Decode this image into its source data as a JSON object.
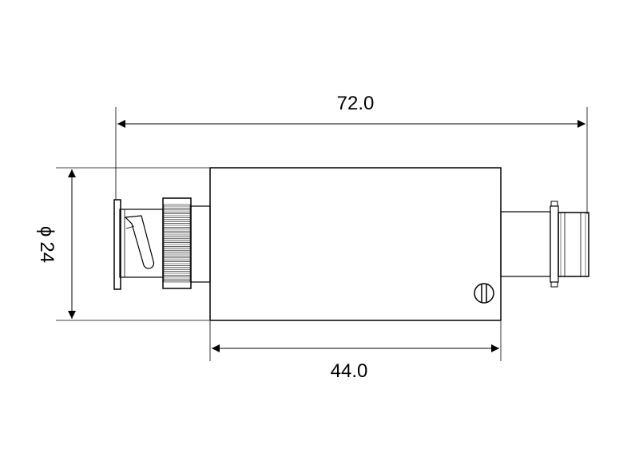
{
  "dimensions": {
    "overall_length": "72.0",
    "body_length": "44.0",
    "diameter_symbol": "ϕ",
    "diameter_value": "24"
  },
  "colors": {
    "line": "#000000",
    "background": "#ffffff"
  }
}
